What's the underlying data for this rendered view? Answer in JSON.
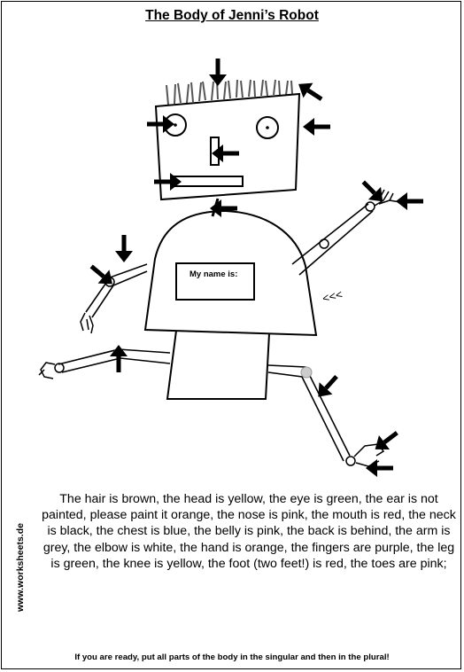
{
  "title": "The Body of Jenni’s Robot",
  "name_tag": "My name is:",
  "instructions": "The hair is brown, the head is yellow, the eye is green, the ear is not painted, please paint it orange, the nose is pink, the mouth is red, the neck is black, the chest is blue, the belly is pink, the back is behind, the arm is grey, the elbow is white, the hand is orange, the fingers are purple, the leg is green, the knee is yellow, the foot (two feet!) is red, the toes are pink;",
  "side_credit": "www.worksheets.de",
  "footer": "If you are ready, put all parts of the body in the singular and then in the plural!",
  "back_marker": "<<<",
  "icons": [
    "arrow-icon"
  ]
}
